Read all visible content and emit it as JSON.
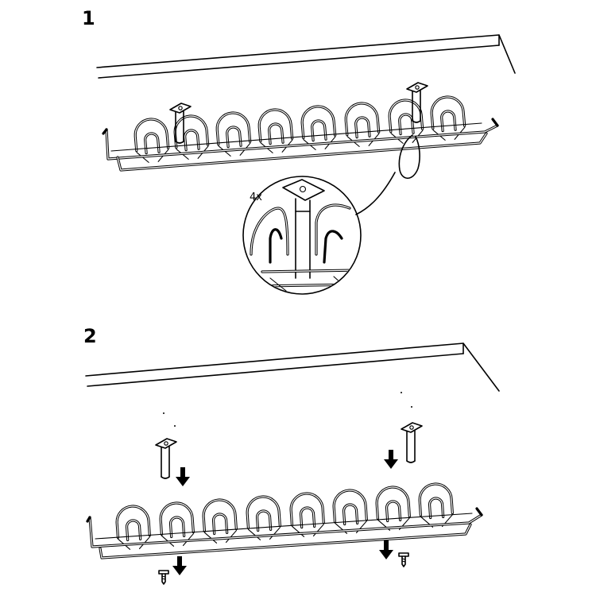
{
  "steps": [
    {
      "number": "1",
      "callout_quantity": "4x"
    },
    {
      "number": "2"
    }
  ]
}
